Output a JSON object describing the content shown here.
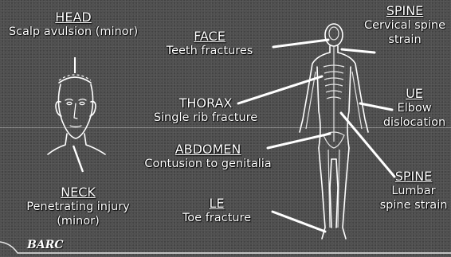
{
  "labels": {
    "head": {
      "heading": "HEAD",
      "text": "Scalp avulsion (minor)"
    },
    "face": {
      "heading": "FACE",
      "text": "Teeth fractures"
    },
    "spine_c": {
      "heading": "SPINE",
      "line1": "Cervical spine",
      "line2": "strain"
    },
    "thorax": {
      "heading": "THORAX",
      "text": "Single rib fracture"
    },
    "ue": {
      "heading": "UE",
      "line1": "Elbow",
      "line2": "dislocation"
    },
    "abdomen": {
      "heading": "ABDOMEN",
      "text": "Contusion to genitalia"
    },
    "neck": {
      "heading": "NECK",
      "line1": "Penetrating injury",
      "line2": "(minor)"
    },
    "spine_l": {
      "heading": "SPINE",
      "line1": "Lumbar",
      "line2": "spine strain"
    },
    "le": {
      "heading": "LE",
      "text": "Toe fracture"
    }
  },
  "brand": "BARC",
  "colors": {
    "background": "#4d4d4d",
    "foreground": "#ffffff"
  }
}
